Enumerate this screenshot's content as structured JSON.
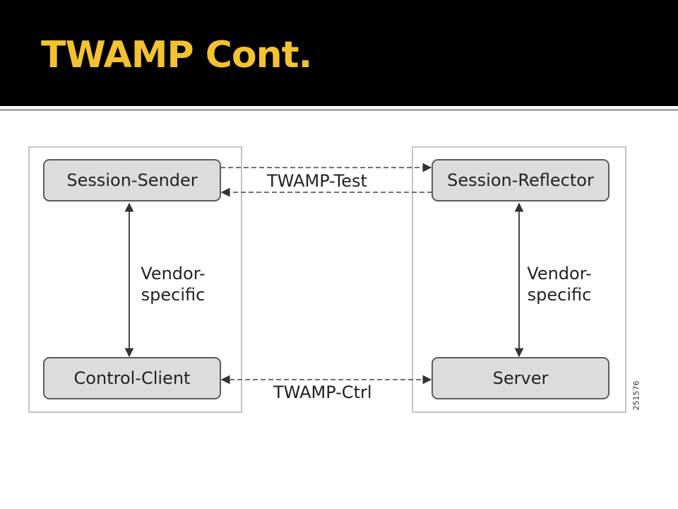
{
  "slide": {
    "title": "TWAMP Cont."
  },
  "diagram": {
    "left_panel": {
      "top_box": "Session-Sender",
      "bottom_box": "Control-Client",
      "link_label_line1": "Vendor-",
      "link_label_line2": "specific"
    },
    "right_panel": {
      "top_box": "Session-Reflector",
      "bottom_box": "Server",
      "link_label_line1": "Vendor-",
      "link_label_line2": "specific"
    },
    "test_link_label": "TWAMP-Test",
    "ctrl_link_label": "TWAMP-Ctrl",
    "figure_id": "251576"
  },
  "colors": {
    "header_bg": "#000000",
    "title": "#f2c230",
    "box_fill": "#dcdcdc",
    "box_border": "#5c5c5c",
    "panel_border": "#c4c4c4",
    "arrow": "#333333"
  }
}
